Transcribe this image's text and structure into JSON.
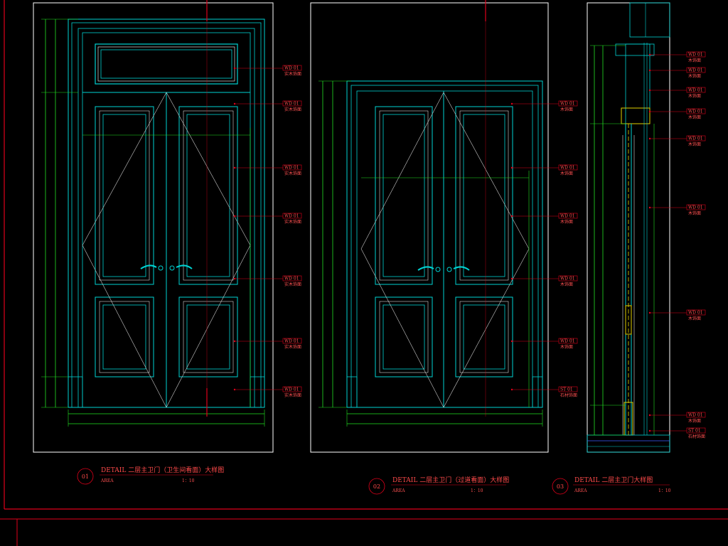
{
  "colors": {
    "frame": "#ffffff",
    "border": "#e0001a",
    "door_line": "#00d2d2",
    "dim_line": "#22e022",
    "leader": "#e0001a",
    "annotation": "#ff4a4a",
    "gold": "#e0d000"
  },
  "drawings": [
    {
      "id": "01",
      "title": "DETAIL 二层主卫门（卫生间看面）大样图",
      "area": "AREA",
      "scale": "1：10",
      "tags": [
        {
          "code": "WD 01",
          "note": "实木饰面"
        },
        {
          "code": "WD 01",
          "note": "实木饰面"
        },
        {
          "code": "WD 01",
          "note": "实木饰面"
        },
        {
          "code": "WD 01",
          "note": "实木饰面"
        },
        {
          "code": "WD 01",
          "note": "实木饰面"
        },
        {
          "code": "WD 01",
          "note": "实木饰面"
        },
        {
          "code": "WD 01",
          "note": "实木饰面"
        }
      ]
    },
    {
      "id": "02",
      "title": "DETAIL  二层主卫门（过道看面）大样图",
      "area": "AREA",
      "scale": "1：10",
      "tags": [
        {
          "code": "WD 01",
          "note": "木饰面"
        },
        {
          "code": "WD 01",
          "note": "木饰面"
        },
        {
          "code": "WD 01",
          "note": "木饰面"
        },
        {
          "code": "WD 01",
          "note": "木饰面"
        },
        {
          "code": "WD 01",
          "note": "木饰面"
        },
        {
          "code": "ST 01",
          "note": "石材饰面"
        }
      ]
    },
    {
      "id": "03",
      "title": "DETAIL    二层主卫门大样图",
      "area": "AREA",
      "scale": "1：10",
      "tags": [
        {
          "code": "WD 01",
          "note": "木饰面"
        },
        {
          "code": "WD 01",
          "note": "木饰面"
        },
        {
          "code": "WD 01",
          "note": "木饰面"
        },
        {
          "code": "WD 01",
          "note": "木饰面"
        },
        {
          "code": "WD 01",
          "note": "木饰面"
        },
        {
          "code": "WD 01",
          "note": "木饰面"
        },
        {
          "code": "WD 01",
          "note": "木饰面"
        },
        {
          "code": "WD 01",
          "note": "木饰面"
        },
        {
          "code": "ST 01",
          "note": "石材饰面"
        }
      ]
    }
  ]
}
